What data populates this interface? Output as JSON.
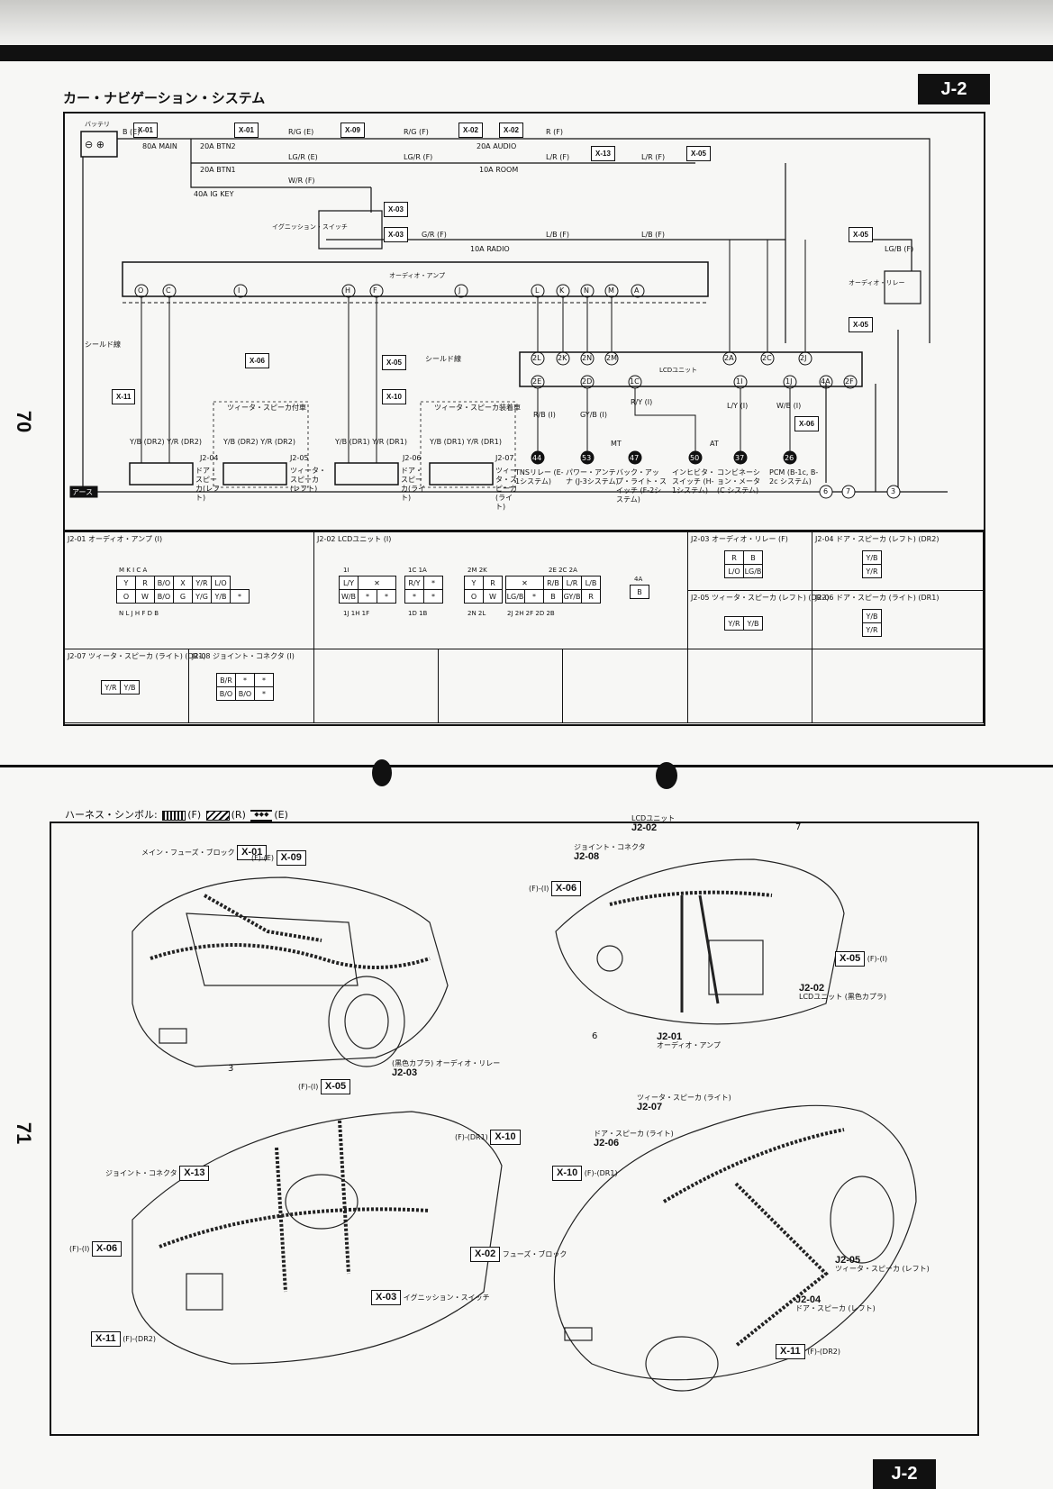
{
  "header": {
    "tag": "J-2",
    "title": "カー・ナビゲーション・システム",
    "page_left": "70",
    "page_right": "71"
  },
  "schematic": {
    "battery": "バッテリ",
    "amp": "オーディオ・アンプ",
    "lcd": "LCDユニット",
    "ignition": "イグニッション・スイッチ",
    "relay": "オーディオ・リレー",
    "ground": "アース",
    "shield_left": "シールド線",
    "shield_right": "シールド線",
    "tweeter_left_note": "ツィータ・スピーカ付車",
    "tweeter_right_note": "ツィータ・スピーカ装着車",
    "fuses": [
      "80A MAIN",
      "20A BTN2",
      "20A BTN1",
      "40A IG KEY",
      "20A AUDIO",
      "10A ROOM",
      "10A RADIO"
    ],
    "connector_tags": [
      "X-01",
      "X-01",
      "X-09",
      "X-02",
      "X-02",
      "X-13",
      "X-05",
      "X-03",
      "X-03",
      "X-05",
      "X-05",
      "X-06",
      "X-05",
      "X-11",
      "X-10",
      "X-06"
    ],
    "wires_top": [
      "B (E)",
      "R/G (E)",
      "LG/R (E)",
      "W/R (F)",
      "R/G (F)",
      "LG/R (F)",
      "G/R (F)",
      "R (F)",
      "L/R (F)",
      "L/R (F)",
      "L/B (F)",
      "L/B (F)",
      "LG/B (F)"
    ],
    "amp_pins": [
      "O",
      "C",
      "I",
      "H",
      "F",
      "J",
      "L",
      "K",
      "N",
      "M",
      "A"
    ],
    "lcd_pins_top": [
      "2L",
      "2K",
      "2N",
      "2M",
      "2A",
      "2C",
      "2J"
    ],
    "lcd_pins_bottom": [
      "2E",
      "2D",
      "1C",
      "1I",
      "1J",
      "4A",
      "2F"
    ],
    "speakers": [
      {
        "id": "J2-04",
        "label": "ドア・スピーカ(レフト)",
        "wires": "Y/B (DR2)  Y/R (DR2)"
      },
      {
        "id": "J2-05",
        "label": "ツィータ・スピーカ(レフト)",
        "wires": "Y/B (DR2)  Y/R (DR2)"
      },
      {
        "id": "J2-06",
        "label": "ドア・スピーカ(ライト)",
        "wires": "Y/B (DR1)  Y/R (DR1)"
      },
      {
        "id": "J2-07",
        "label": "ツィータ・スピーカ(ライト)",
        "wires": "Y/B (DR1)  Y/R (DR1)"
      }
    ],
    "endpoints": [
      {
        "num": "44",
        "label": "TNSリレー (E-1システム)",
        "wire": "R/B (I)"
      },
      {
        "num": "53",
        "label": "パワー・アンテナ (J-3システム)",
        "wire": "GY/B (I)"
      },
      {
        "num": "47",
        "label": "バック・アップ・ライト・スイッチ (F-2システム)",
        "wire": "R/Y (I)"
      },
      {
        "num": "50",
        "label": "インヒビタ・スイッチ (H-1システム)",
        "wire": ""
      },
      {
        "num": "37",
        "label": "コンビネーション・メータ (C システム)",
        "wire": "L/Y (I)"
      },
      {
        "num": "26",
        "label": "PCM (B-1c, B-2c システム)",
        "wire": "W/B (I)"
      }
    ],
    "off_page": [
      "6",
      "7",
      "3"
    ],
    "mt_at": [
      "MT",
      "AT"
    ]
  },
  "connectors": {
    "J2-01": {
      "title": "J2-01 オーディオ・アンプ (I)",
      "top_labels": "M  K  I        C  A",
      "row1": [
        "Y",
        "R",
        "B/O",
        "X",
        "Y/R",
        "L/O"
      ],
      "row2": [
        "O",
        "W",
        "B/O",
        "G",
        "Y/G",
        "Y/B",
        "*"
      ],
      "bottom_labels": "N  L  J  H  F  D  B"
    },
    "J2-02": {
      "title": "J2-02 LCDユニット (I)",
      "blockA_top": "1I",
      "blockA": [
        "L/Y",
        "W/B"
      ],
      "blockA_bottom": "1J  1H  1F",
      "blockB_top": "1C  1A",
      "blockB_r1": [
        "R/Y",
        "*"
      ],
      "blockB_r2": [
        "*",
        "*"
      ],
      "blockB_bottom": "1D  1B",
      "blockC_top": "2M  2K",
      "blockC_r1": [
        "Y",
        "R"
      ],
      "blockC_r2": [
        "O",
        "W"
      ],
      "blockC_bottom": "2N  2L",
      "blockD_top": "2E  2C  2A",
      "blockD_r1": [
        "R/B",
        "L/R",
        "L/B"
      ],
      "blockD_r2": [
        "LG/B",
        "*",
        "B",
        "GY/B",
        "R"
      ],
      "blockD_bottom": "2J  2H  2F  2D  2B",
      "single_top": "4A",
      "single": "B"
    },
    "J2-03": {
      "title": "J2-03 オーディオ・リレー (F)",
      "r1": [
        "R",
        "B"
      ],
      "r2": [
        "L/O",
        "LG/B"
      ]
    },
    "J2-04": {
      "title": "J2-04 ドア・スピーカ (レフト) (DR2)",
      "r1": [
        "Y/B"
      ],
      "r2": [
        "Y/R"
      ]
    },
    "J2-05": {
      "title": "J2-05 ツィータ・スピーカ (レフト) (DR2)",
      "r1": [
        "Y/R",
        "Y/B"
      ]
    },
    "J2-06": {
      "title": "J2-06 ドア・スピーカ (ライト) (DR1)",
      "r1": [
        "Y/B"
      ],
      "r2": [
        "Y/R"
      ]
    },
    "J2-07": {
      "title": "J2-07 ツィータ・スピーカ (ライト) (DR1)",
      "r1": [
        "Y/R",
        "Y/B"
      ]
    },
    "J2-08": {
      "title": "J2-08 ジョイント・コネクタ (I)",
      "r1": [
        "B/R",
        "*",
        "*"
      ],
      "r2": [
        "B/O",
        "B/O",
        "*"
      ]
    }
  },
  "harness": {
    "legend_label": "ハーネス・シンボル:",
    "legend_f": "(F)",
    "legend_r": "(R)",
    "legend_e": "(E)",
    "views": {
      "engine": [
        {
          "id": "X-01",
          "desc": "メイン・フューズ・ブロック"
        },
        {
          "id": "X-09",
          "desc": "(F)-(E)"
        },
        {
          "id": "3",
          "desc": ""
        }
      ],
      "interior": [
        {
          "id": "J2-02",
          "desc": "LCDユニット"
        },
        {
          "id": "J2-08",
          "desc": "ジョイント・コネクタ"
        },
        {
          "id": "X-06",
          "desc": "(F)-(I)"
        },
        {
          "id": "X-05",
          "desc": "(F)-(I)"
        },
        {
          "id": "J2-02b",
          "desc": "LCDユニット (黒色カプラ)"
        },
        {
          "id": "J2-01",
          "desc": "オーディオ・アンプ"
        },
        {
          "id": "7",
          "desc": ""
        },
        {
          "id": "6",
          "desc": ""
        }
      ],
      "dash": [
        {
          "id": "J2-03",
          "desc": "(黒色カプラ) オーディオ・リレー"
        },
        {
          "id": "X-05",
          "desc": "(F)-(I)"
        },
        {
          "id": "X-10",
          "desc": "(F)-(DR1)"
        },
        {
          "id": "X-13",
          "desc": "ジョイント・コネクタ"
        },
        {
          "id": "X-06",
          "desc": "(F)-(I)"
        },
        {
          "id": "X-02",
          "desc": "フューズ・ブロック"
        },
        {
          "id": "X-03",
          "desc": "イグニッション・スイッチ"
        },
        {
          "id": "X-11",
          "desc": "(F)-(DR2)"
        }
      ],
      "car": [
        {
          "id": "J2-07",
          "desc": "ツィータ・スピーカ (ライト)"
        },
        {
          "id": "J2-06",
          "desc": "ドア・スピーカ (ライト)"
        },
        {
          "id": "X-10",
          "desc": "(F)-(DR1)"
        },
        {
          "id": "J2-05",
          "desc": "ツィータ・スピーカ (レフト)"
        },
        {
          "id": "J2-04",
          "desc": "ドア・スピーカ (レフト)"
        },
        {
          "id": "X-11",
          "desc": "(F)-(DR2)"
        }
      ]
    }
  }
}
